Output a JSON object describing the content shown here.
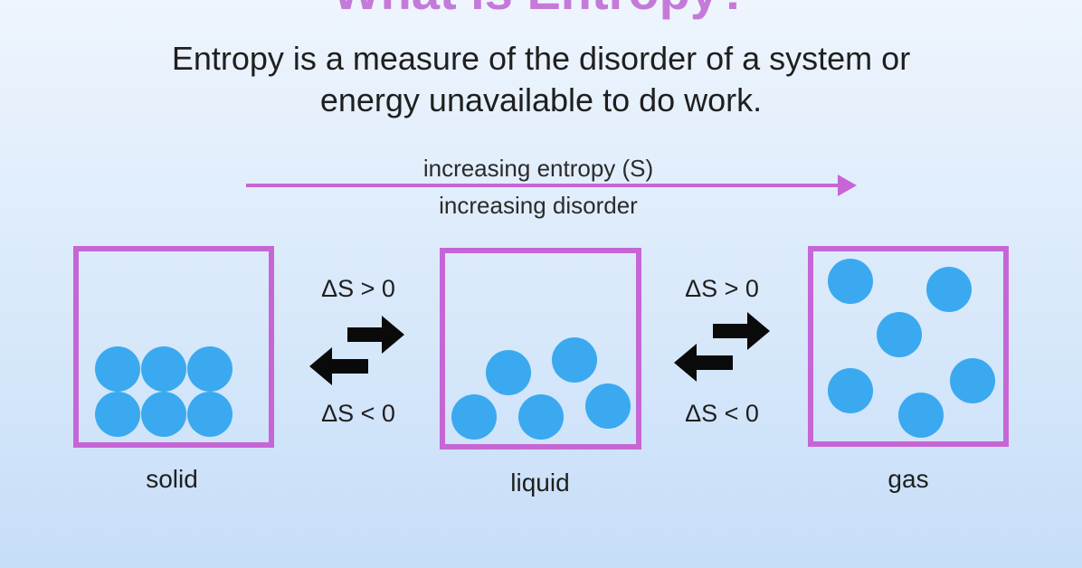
{
  "title": "What is Entropy?",
  "subtitle": {
    "line1": "Entropy is a measure of the disorder of a system or",
    "line2": "energy unavailable to do work."
  },
  "arrow": {
    "label_top": "increasing entropy (S)",
    "label_bottom": "increasing disorder"
  },
  "transitions": [
    {
      "forward": "ΔS > 0",
      "reverse": "ΔS < 0"
    },
    {
      "forward": "ΔS > 0",
      "reverse": "ΔS < 0"
    }
  ],
  "states": [
    {
      "label": "solid"
    },
    {
      "label": "liquid"
    },
    {
      "label": "gas"
    }
  ],
  "colors": {
    "accent": "#c666d6",
    "particle": "#3aa9f0",
    "arrow": "#0a0a0a"
  }
}
